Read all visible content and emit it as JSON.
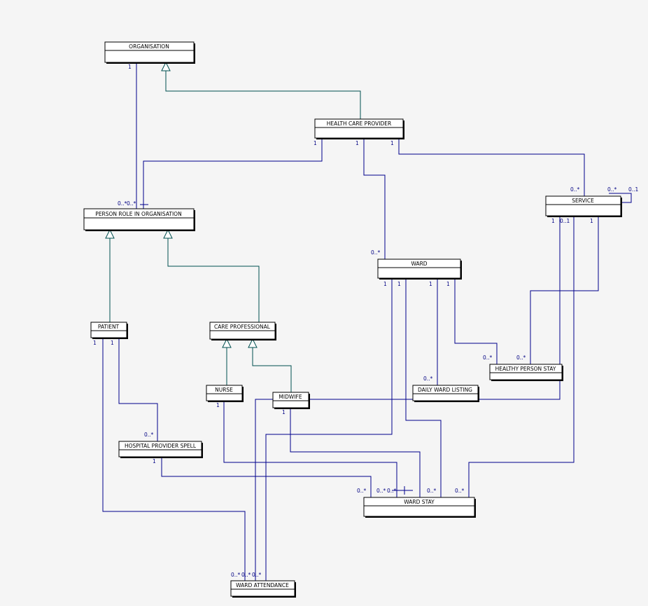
{
  "diagram": {
    "line_color": "#00008b",
    "inherit_color": "#005050",
    "classes": [
      {
        "id": "organisation",
        "label": "ORGANISATION"
      },
      {
        "id": "health-care-provider",
        "label": "HEALTH CARE PROVIDER"
      },
      {
        "id": "service",
        "label": "SERVICE"
      },
      {
        "id": "person-role",
        "label": "PERSON ROLE IN ORGANISATION"
      },
      {
        "id": "ward",
        "label": "WARD"
      },
      {
        "id": "patient",
        "label": "PATIENT"
      },
      {
        "id": "care-professional",
        "label": "CARE PROFESSIONAL"
      },
      {
        "id": "healthy-person-stay",
        "label": "HEALTHY PERSON STAY"
      },
      {
        "id": "nurse",
        "label": "NURSE"
      },
      {
        "id": "midwife",
        "label": "MIDWIFE"
      },
      {
        "id": "daily-ward-listing",
        "label": "DAILY WARD LISTING"
      },
      {
        "id": "hospital-provider-spell",
        "label": "HOSPITAL PROVIDER SPELL"
      },
      {
        "id": "ward-stay",
        "label": "WARD STAY"
      },
      {
        "id": "ward-attendance",
        "label": "WARD ATTENDANCE"
      }
    ],
    "multiplicities": [
      {
        "id": "m-org-1",
        "text": "1"
      },
      {
        "id": "m-hcp-1a",
        "text": "1"
      },
      {
        "id": "m-hcp-1b",
        "text": "1"
      },
      {
        "id": "m-hcp-1c",
        "text": "1"
      },
      {
        "id": "m-pro-0",
        "text": "0..*"
      },
      {
        "id": "m-pro-01",
        "text": "0..*"
      },
      {
        "id": "m-svc-top",
        "text": "0..*"
      },
      {
        "id": "m-svc-self-a",
        "text": "0..*"
      },
      {
        "id": "m-svc-self-b",
        "text": "0..1"
      },
      {
        "id": "m-svc-b1",
        "text": "1"
      },
      {
        "id": "m-svc-b01",
        "text": "0..1"
      },
      {
        "id": "m-svc-b2",
        "text": "1"
      },
      {
        "id": "m-ward-top",
        "text": "0..*"
      },
      {
        "id": "m-ward-1a",
        "text": "1"
      },
      {
        "id": "m-ward-1b",
        "text": "1"
      },
      {
        "id": "m-ward-1c",
        "text": "1"
      },
      {
        "id": "m-ward-1d",
        "text": "1"
      },
      {
        "id": "m-pat-1a",
        "text": "1"
      },
      {
        "id": "m-pat-1b",
        "text": "1"
      },
      {
        "id": "m-hps-a",
        "text": "0..*"
      },
      {
        "id": "m-hps-b",
        "text": "0..*"
      },
      {
        "id": "m-dwl",
        "text": "0..*"
      },
      {
        "id": "m-nurse-1",
        "text": "1"
      },
      {
        "id": "m-mid-1",
        "text": "1"
      },
      {
        "id": "m-hspell-top",
        "text": "0..*"
      },
      {
        "id": "m-hspell-1",
        "text": "1"
      },
      {
        "id": "m-ws-a",
        "text": "0..*"
      },
      {
        "id": "m-ws-b",
        "text": "0..*"
      },
      {
        "id": "m-ws-c",
        "text": "0..*"
      },
      {
        "id": "m-ws-d",
        "text": "0..*"
      },
      {
        "id": "m-ws-e",
        "text": "0..*"
      },
      {
        "id": "m-wa-a",
        "text": "0..*"
      },
      {
        "id": "m-wa-b",
        "text": "0..*"
      },
      {
        "id": "m-wa-c",
        "text": "0..*"
      }
    ]
  }
}
